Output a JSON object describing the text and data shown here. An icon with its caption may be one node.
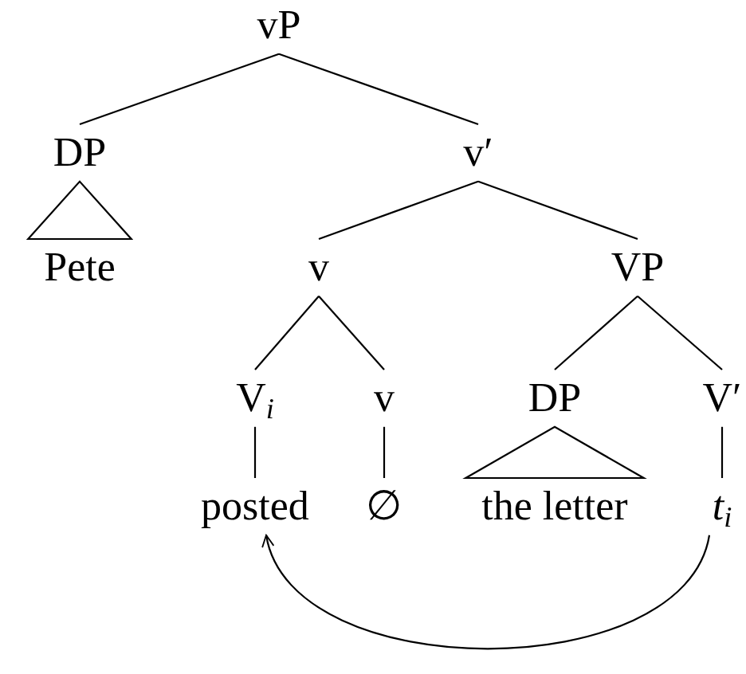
{
  "diagram": {
    "nodes": [
      {
        "text": [
          "vP"
        ]
      },
      {
        "text": [
          "DP"
        ]
      },
      {
        "text": [
          "Pete"
        ]
      },
      {
        "text": [
          "v′"
        ]
      },
      {
        "text": [
          "v"
        ]
      },
      {
        "text": [
          "VP"
        ]
      },
      {
        "text": [
          "V$_{i}$"
        ]
      },
      {
        "text": [
          "v"
        ]
      },
      {
        "text": [
          "DP"
        ]
      },
      {
        "text": [
          "V′"
        ]
      },
      {
        "text": [
          "posted"
        ]
      },
      {
        "text": [
          "∅"
        ]
      },
      {
        "text": [
          "the letter"
        ]
      },
      {
        "text": [
          "*t*$_{i}$"
        ]
      }
    ],
    "edges": [
      {
        "from": 0,
        "to": 1,
        "arrow": "none"
      },
      {
        "from": 0,
        "to": 3,
        "arrow": "none"
      },
      {
        "from": 1,
        "to": 2,
        "arrow": "none"
      },
      {
        "from": 3,
        "to": 4,
        "arrow": "none"
      },
      {
        "from": 3,
        "to": 5,
        "arrow": "none"
      },
      {
        "from": 4,
        "to": 6,
        "arrow": "none"
      },
      {
        "from": 4,
        "to": 7,
        "arrow": "none"
      },
      {
        "from": 5,
        "to": 8,
        "arrow": "none"
      },
      {
        "from": 5,
        "to": 9,
        "arrow": "none"
      },
      {
        "from": 6,
        "to": 10,
        "arrow": "none"
      },
      {
        "from": 7,
        "to": 11,
        "arrow": "none"
      },
      {
        "from": 8,
        "to": 12,
        "arrow": "none"
      },
      {
        "from": 9,
        "to": 13,
        "arrow": "none"
      },
      {
        "from": 13,
        "to": 10,
        "arrow": "to"
      }
    ]
  }
}
